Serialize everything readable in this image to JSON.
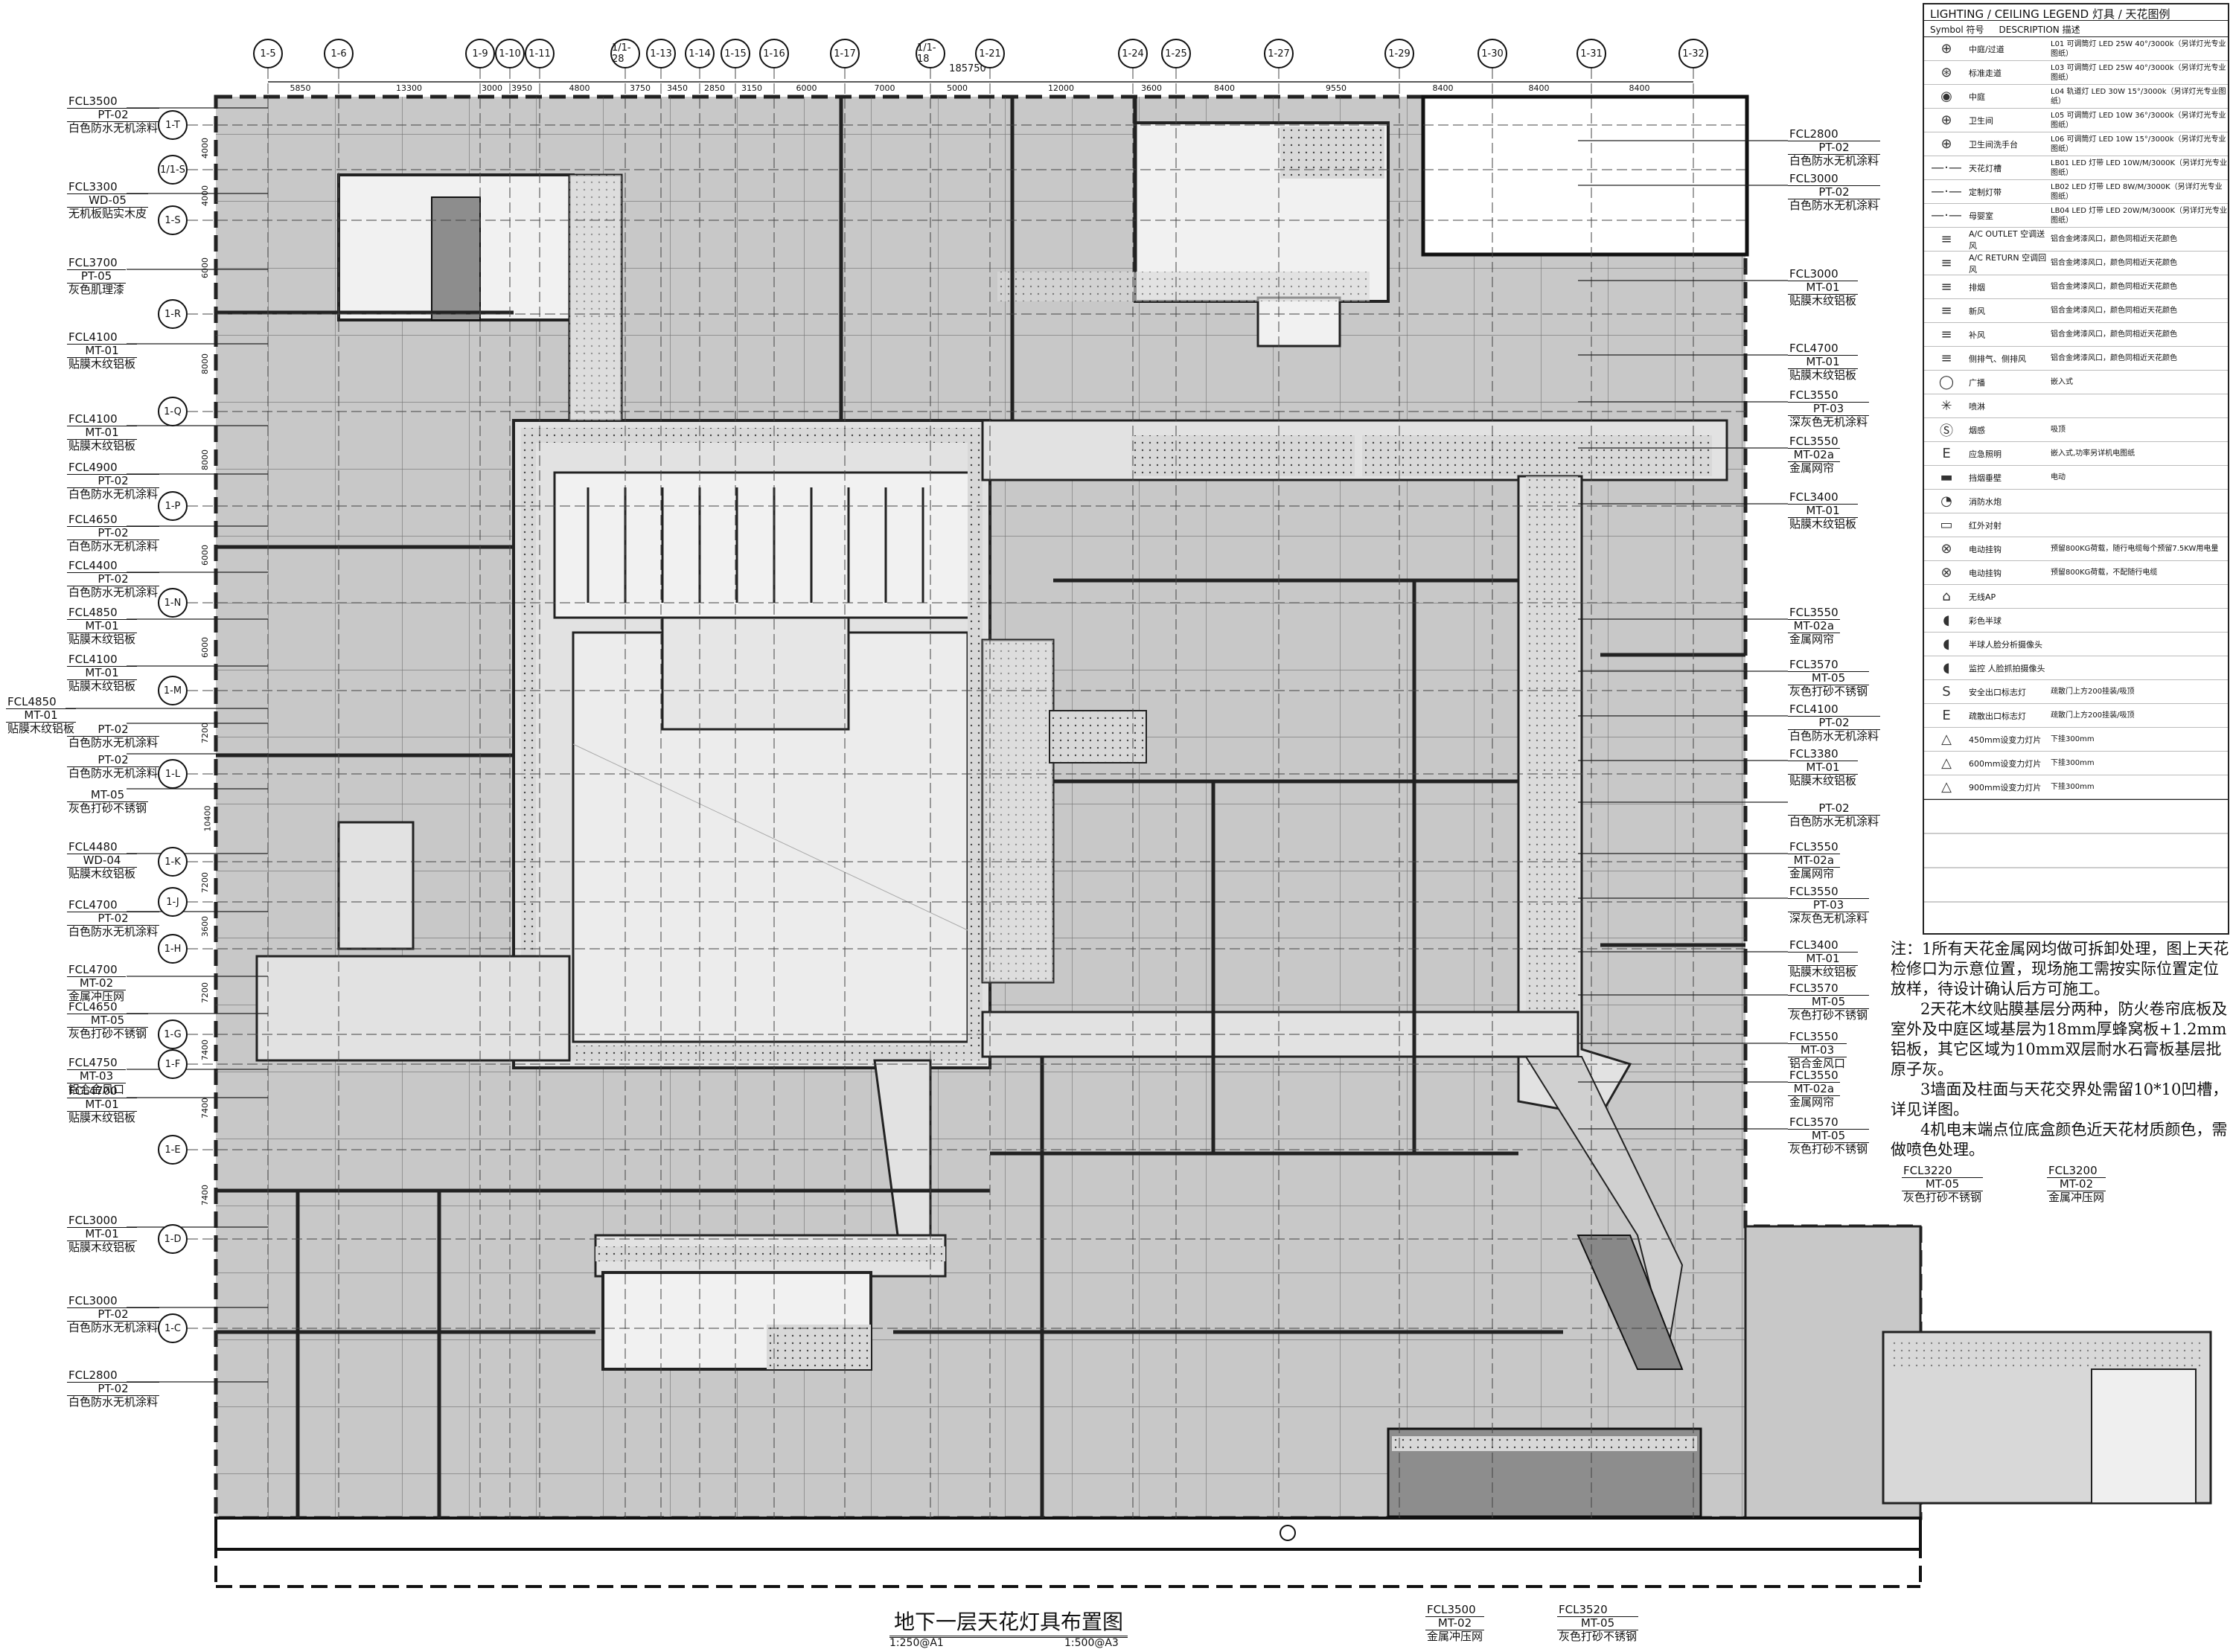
{
  "title": "地下一层天花灯具布置图",
  "scales": [
    "1:250@A1",
    "1:500@A3"
  ],
  "total_dim": "185750",
  "column_grid": {
    "x_labels": [
      "1-5",
      "1-6",
      "1-9",
      "1-10",
      "1-11",
      "1/1-28",
      "1-13",
      "1-14",
      "1-15",
      "1-16",
      "1-17",
      "1/1-18",
      "1-21",
      "1-24",
      "1-25",
      "1-27",
      "1-29",
      "1-30",
      "1-31",
      "1-32"
    ],
    "x_dims": [
      "5850",
      "13300",
      "3000",
      "3950",
      "4800",
      "3750",
      "3450",
      "2850",
      "3150",
      "6000",
      "7000",
      "5000",
      "12000",
      "3600",
      "8400",
      "9550",
      "8400",
      "8400",
      "8400"
    ],
    "y_labels": [
      "1-T",
      "1/1-S",
      "1-S",
      "1-R",
      "1-Q",
      "1-P",
      "1-N",
      "1-M",
      "1-L",
      "1-K",
      "1-J",
      "1-H",
      "1-G",
      "1-F",
      "1-E",
      "1-D",
      "1-C"
    ],
    "y_dims": [
      "4000",
      "4000",
      "6000",
      "8000",
      "8000",
      "6000",
      "6000",
      "7200",
      "10400",
      "7200",
      "3600",
      "7200",
      "7400",
      "7400",
      "7400"
    ]
  },
  "tags_left": [
    {
      "code": "FCL3500",
      "mat": "PT-02",
      "desc": "白色防水无机涂料"
    },
    {
      "code": "FCL3300",
      "mat": "WD-05",
      "desc": "无机板贴实木皮"
    },
    {
      "code": "FCL3700",
      "mat": "PT-05",
      "desc": "灰色肌理漆"
    },
    {
      "code": "FCL4100",
      "mat": "MT-01",
      "desc": "贴膜木纹铝板"
    },
    {
      "code": "FCL4100",
      "mat": "MT-01",
      "desc": "贴膜木纹铝板"
    },
    {
      "code": "FCL4900",
      "mat": "PT-02",
      "desc": "白色防水无机涂料"
    },
    {
      "code": "FCL4650",
      "mat": "PT-02",
      "desc": "白色防水无机涂料"
    },
    {
      "code": "FCL4400",
      "mat": "PT-02",
      "desc": "白色防水无机涂料"
    },
    {
      "code": "FCL4850",
      "mat": "MT-01",
      "desc": "贴膜木纹铝板"
    },
    {
      "code": "FCL4100",
      "mat": "MT-01",
      "desc": "贴膜木纹铝板"
    },
    {
      "code": "FCL4850",
      "mat": "MT-01",
      "desc": "贴膜木纹铝板"
    },
    {
      "code": "",
      "mat": "PT-02",
      "desc": "白色防水无机涂料"
    },
    {
      "code": "",
      "mat": "PT-02",
      "desc": "白色防水无机涂料"
    },
    {
      "code": "",
      "mat": "MT-05",
      "desc": "灰色打砂不锈钢"
    },
    {
      "code": "FCL4480",
      "mat": "WD-04",
      "desc": "贴膜木纹铝板"
    },
    {
      "code": "FCL4700",
      "mat": "PT-02",
      "desc": "白色防水无机涂料"
    },
    {
      "code": "FCL4700",
      "mat": "MT-02",
      "desc": "金属冲压网"
    },
    {
      "code": "FCL4650",
      "mat": "MT-05",
      "desc": "灰色打砂不锈钢"
    },
    {
      "code": "FCL4750",
      "mat": "MT-03",
      "desc": "铝合金风口"
    },
    {
      "code": "FCL4700",
      "mat": "MT-01",
      "desc": "贴膜木纹铝板"
    },
    {
      "code": "FCL3000",
      "mat": "MT-01",
      "desc": "贴膜木纹铝板"
    },
    {
      "code": "FCL3000",
      "mat": "PT-02",
      "desc": "白色防水无机涂料"
    },
    {
      "code": "FCL2800",
      "mat": "PT-02",
      "desc": "白色防水无机涂料"
    }
  ],
  "tags_right": [
    {
      "code": "FCL2800",
      "mat": "PT-02",
      "desc": "白色防水无机涂料"
    },
    {
      "code": "FCL3000",
      "mat": "PT-02",
      "desc": "白色防水无机涂料"
    },
    {
      "code": "FCL3000",
      "mat": "MT-01",
      "desc": "贴膜木纹铝板"
    },
    {
      "code": "FCL4700",
      "mat": "MT-01",
      "desc": "贴膜木纹铝板"
    },
    {
      "code": "FCL3550",
      "mat": "PT-03",
      "desc": "深灰色无机涂料"
    },
    {
      "code": "FCL3550",
      "mat": "MT-02a",
      "desc": "金属网帘"
    },
    {
      "code": "FCL3400",
      "mat": "MT-01",
      "desc": "贴膜木纹铝板"
    },
    {
      "code": "FCL3550",
      "mat": "MT-02a",
      "desc": "金属网帘"
    },
    {
      "code": "FCL3570",
      "mat": "MT-05",
      "desc": "灰色打砂不锈钢"
    },
    {
      "code": "FCL4100",
      "mat": "PT-02",
      "desc": "白色防水无机涂料"
    },
    {
      "code": "FCL3380",
      "mat": "MT-01",
      "desc": "贴膜木纹铝板"
    },
    {
      "code": "",
      "mat": "PT-02",
      "desc": "白色防水无机涂料"
    },
    {
      "code": "FCL3550",
      "mat": "MT-02a",
      "desc": "金属网帘"
    },
    {
      "code": "FCL3550",
      "mat": "PT-03",
      "desc": "深灰色无机涂料"
    },
    {
      "code": "FCL3400",
      "mat": "MT-01",
      "desc": "贴膜木纹铝板"
    },
    {
      "code": "FCL3570",
      "mat": "MT-05",
      "desc": "灰色打砂不锈钢"
    },
    {
      "code": "FCL3550",
      "mat": "MT-03",
      "desc": "铝合金风口"
    },
    {
      "code": "FCL3550",
      "mat": "MT-02a",
      "desc": "金属网帘"
    },
    {
      "code": "FCL3570",
      "mat": "MT-05",
      "desc": "灰色打砂不锈钢"
    }
  ],
  "tags_bottom": [
    {
      "code": "FCL3220",
      "mat": "MT-05",
      "desc": "灰色打砂不锈钢"
    },
    {
      "code": "FCL3200",
      "mat": "MT-02",
      "desc": "金属冲压网"
    },
    {
      "code": "FCL3500",
      "mat": "MT-02",
      "desc": "金属冲压网"
    },
    {
      "code": "FCL3520",
      "mat": "MT-05",
      "desc": "灰色打砂不锈钢"
    }
  ],
  "legend": {
    "title": "LIGHTING / CEILING LEGEND 灯具 / 天花图例",
    "col_symbol": "Symbol 符号",
    "col_desc": "DESCRIPTION 描述",
    "rows": [
      {
        "icon": "downlight-icon",
        "sym": "⊕",
        "name": "中庭/过道",
        "desc": "L01 可调筒灯 LED 25W 40°/3000k（另详灯光专业图纸）"
      },
      {
        "icon": "downlight-icon",
        "sym": "⊛",
        "name": "标准走道",
        "desc": "L03 可调筒灯 LED 25W 40°/3000k（另详灯光专业图纸）"
      },
      {
        "icon": "downlight-icon",
        "sym": "◉",
        "name": "中庭",
        "desc": "L04 轨道灯 LED 30W 15°/3000k（另详灯光专业图纸）"
      },
      {
        "icon": "downlight-icon",
        "sym": "⊕",
        "name": "卫生间",
        "desc": "L05 可调筒灯 LED 10W 36°/3000k（另详灯光专业图纸）"
      },
      {
        "icon": "downlight-icon",
        "sym": "⊕",
        "name": "卫生间洗手台",
        "desc": "L06 可调筒灯 LED 10W 15°/3000k（另详灯光专业图纸）"
      },
      {
        "icon": "linear-light-icon",
        "sym": "—·—",
        "name": "天花灯槽",
        "desc": "LB01 LED 灯带 LED 10W/M/3000K（另详灯光专业图纸）"
      },
      {
        "icon": "linear-light-icon",
        "sym": "—·—",
        "name": "定制灯带",
        "desc": "LB02 LED 灯带 LED 8W/M/3000K（另详灯光专业图纸）"
      },
      {
        "icon": "linear-light-icon",
        "sym": "—·—",
        "name": "母婴室",
        "desc": "LB04 LED 灯带 LED 20W/M/3000K（另详灯光专业图纸）"
      },
      {
        "icon": "ac-outlet-icon",
        "sym": "≡",
        "name": "A/C OUTLET 空调送风",
        "desc": "铝合金烤漆风口，颜色同相近天花颜色"
      },
      {
        "icon": "ac-return-icon",
        "sym": "≡",
        "name": "A/C RETURN 空调回风",
        "desc": "铝合金烤漆风口，颜色同相近天花颜色"
      },
      {
        "icon": "exhaust-icon",
        "sym": "≡",
        "name": "排烟",
        "desc": "铝合金烤漆风口，颜色同相近天花颜色"
      },
      {
        "icon": "fresh-air-icon",
        "sym": "≡",
        "name": "新风",
        "desc": "铝合金烤漆风口，颜色同相近天花颜色"
      },
      {
        "icon": "make-up-air-icon",
        "sym": "≡",
        "name": "补风",
        "desc": "铝合金烤漆风口，颜色同相近天花颜色"
      },
      {
        "icon": "smoke-vent-icon",
        "sym": "≡",
        "name": "侧排气、侧排风",
        "desc": "铝合金烤漆风口，颜色同相近天花颜色"
      },
      {
        "icon": "speaker-icon",
        "sym": "◯",
        "name": "广播",
        "desc": "嵌入式"
      },
      {
        "icon": "sprinkler-icon",
        "sym": "✳",
        "name": "喷淋",
        "desc": ""
      },
      {
        "icon": "smoke-detector-icon",
        "sym": "Ⓢ",
        "name": "烟感",
        "desc": "吸顶"
      },
      {
        "icon": "emergency-light-icon",
        "sym": "E",
        "name": "应急照明",
        "desc": "嵌入式,功率另详机电图纸"
      },
      {
        "icon": "smoke-barrier-icon",
        "sym": "▬",
        "name": "挡烟垂壁",
        "desc": "电动"
      },
      {
        "icon": "fire-hydrant-icon",
        "sym": "◔",
        "name": "消防水炮",
        "desc": ""
      },
      {
        "icon": "infrared-icon",
        "sym": "▭",
        "name": "红外对射",
        "desc": ""
      },
      {
        "icon": "power-point-icon",
        "sym": "⊗",
        "name": "电动挂钩",
        "desc": "预留800KG荷载，随行电缆每个预留7.5KW用电量"
      },
      {
        "icon": "power-point-icon",
        "sym": "⊗",
        "name": "电动挂钩",
        "desc": "预留800KG荷载，不配随行电缆"
      },
      {
        "icon": "wifi-icon",
        "sym": "⌂",
        "name": "无线AP",
        "desc": ""
      },
      {
        "icon": "camera-icon",
        "sym": "◖",
        "name": "彩色半球",
        "desc": ""
      },
      {
        "icon": "camera-icon",
        "sym": "◖",
        "name": "半球人脸分析摄像头",
        "desc": ""
      },
      {
        "icon": "camera-icon",
        "sym": "◖",
        "name": "监控 人脸抓拍摄像头",
        "desc": ""
      },
      {
        "icon": "exit-sign-icon",
        "sym": "S",
        "name": "安全出口标志灯",
        "desc": "疏散门上方200挂装/吸顶"
      },
      {
        "icon": "exit-sign-icon",
        "sym": "E",
        "name": "疏散出口标志灯",
        "desc": "疏散门上方200挂装/吸顶"
      },
      {
        "icon": "hanging-point-icon",
        "sym": "△",
        "name": "450mm设变力灯片",
        "desc": "下挂300mm"
      },
      {
        "icon": "hanging-point-icon",
        "sym": "△",
        "name": "600mm设变力灯片",
        "desc": "下挂300mm"
      },
      {
        "icon": "hanging-point-icon",
        "sym": "△",
        "name": "900mm设变力灯片",
        "desc": "下挂300mm"
      }
    ]
  },
  "notes": [
    "注：1所有天花金属网均做可拆卸处理，图上天花检修口为示意位置，现场施工需按实际位置定位放样，待设计确认后方可施工。",
    "2天花木纹贴膜基层分两种，防火卷帘底板及室外及中庭区域基层为18mm厚蜂窝板+1.2mm铝板，其它区域为10mm双层耐水石膏板基层批原子灰。",
    "3墙面及柱面与天花交界处需留10*10凹槽，详见详图。",
    "4机电末端点位底盒颜色近天花材质颜色，需做喷色处理。"
  ],
  "colors": {
    "fill": "#c8c8c8",
    "wall": "#333333",
    "corridor": "#e2e2e2",
    "atrium": "#ececec",
    "dark": "#9a9a9a"
  }
}
